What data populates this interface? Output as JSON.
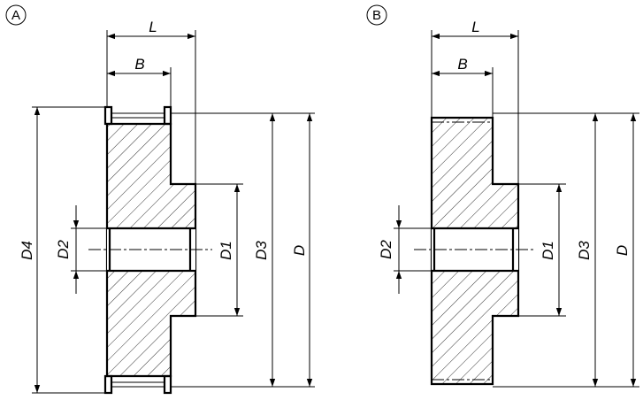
{
  "views": [
    {
      "id": "A",
      "variant_label": "A",
      "labels": {
        "L": "L",
        "B": "B",
        "D4": "D4",
        "D2": "D2",
        "D1": "D1",
        "D3": "D3",
        "D": "D"
      }
    },
    {
      "id": "B",
      "variant_label": "B",
      "labels": {
        "L": "L",
        "B": "B",
        "D2": "D2",
        "D1": "D1",
        "D3": "D3",
        "D": "D"
      }
    }
  ]
}
